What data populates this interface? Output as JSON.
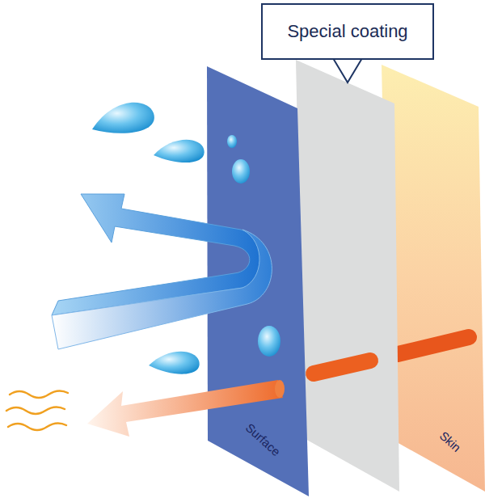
{
  "diagram": {
    "nodes": [
      {
        "text": [
          "Special coating"
        ]
      }
    ],
    "labels": [
      "Surface",
      "Skin"
    ]
  }
}
